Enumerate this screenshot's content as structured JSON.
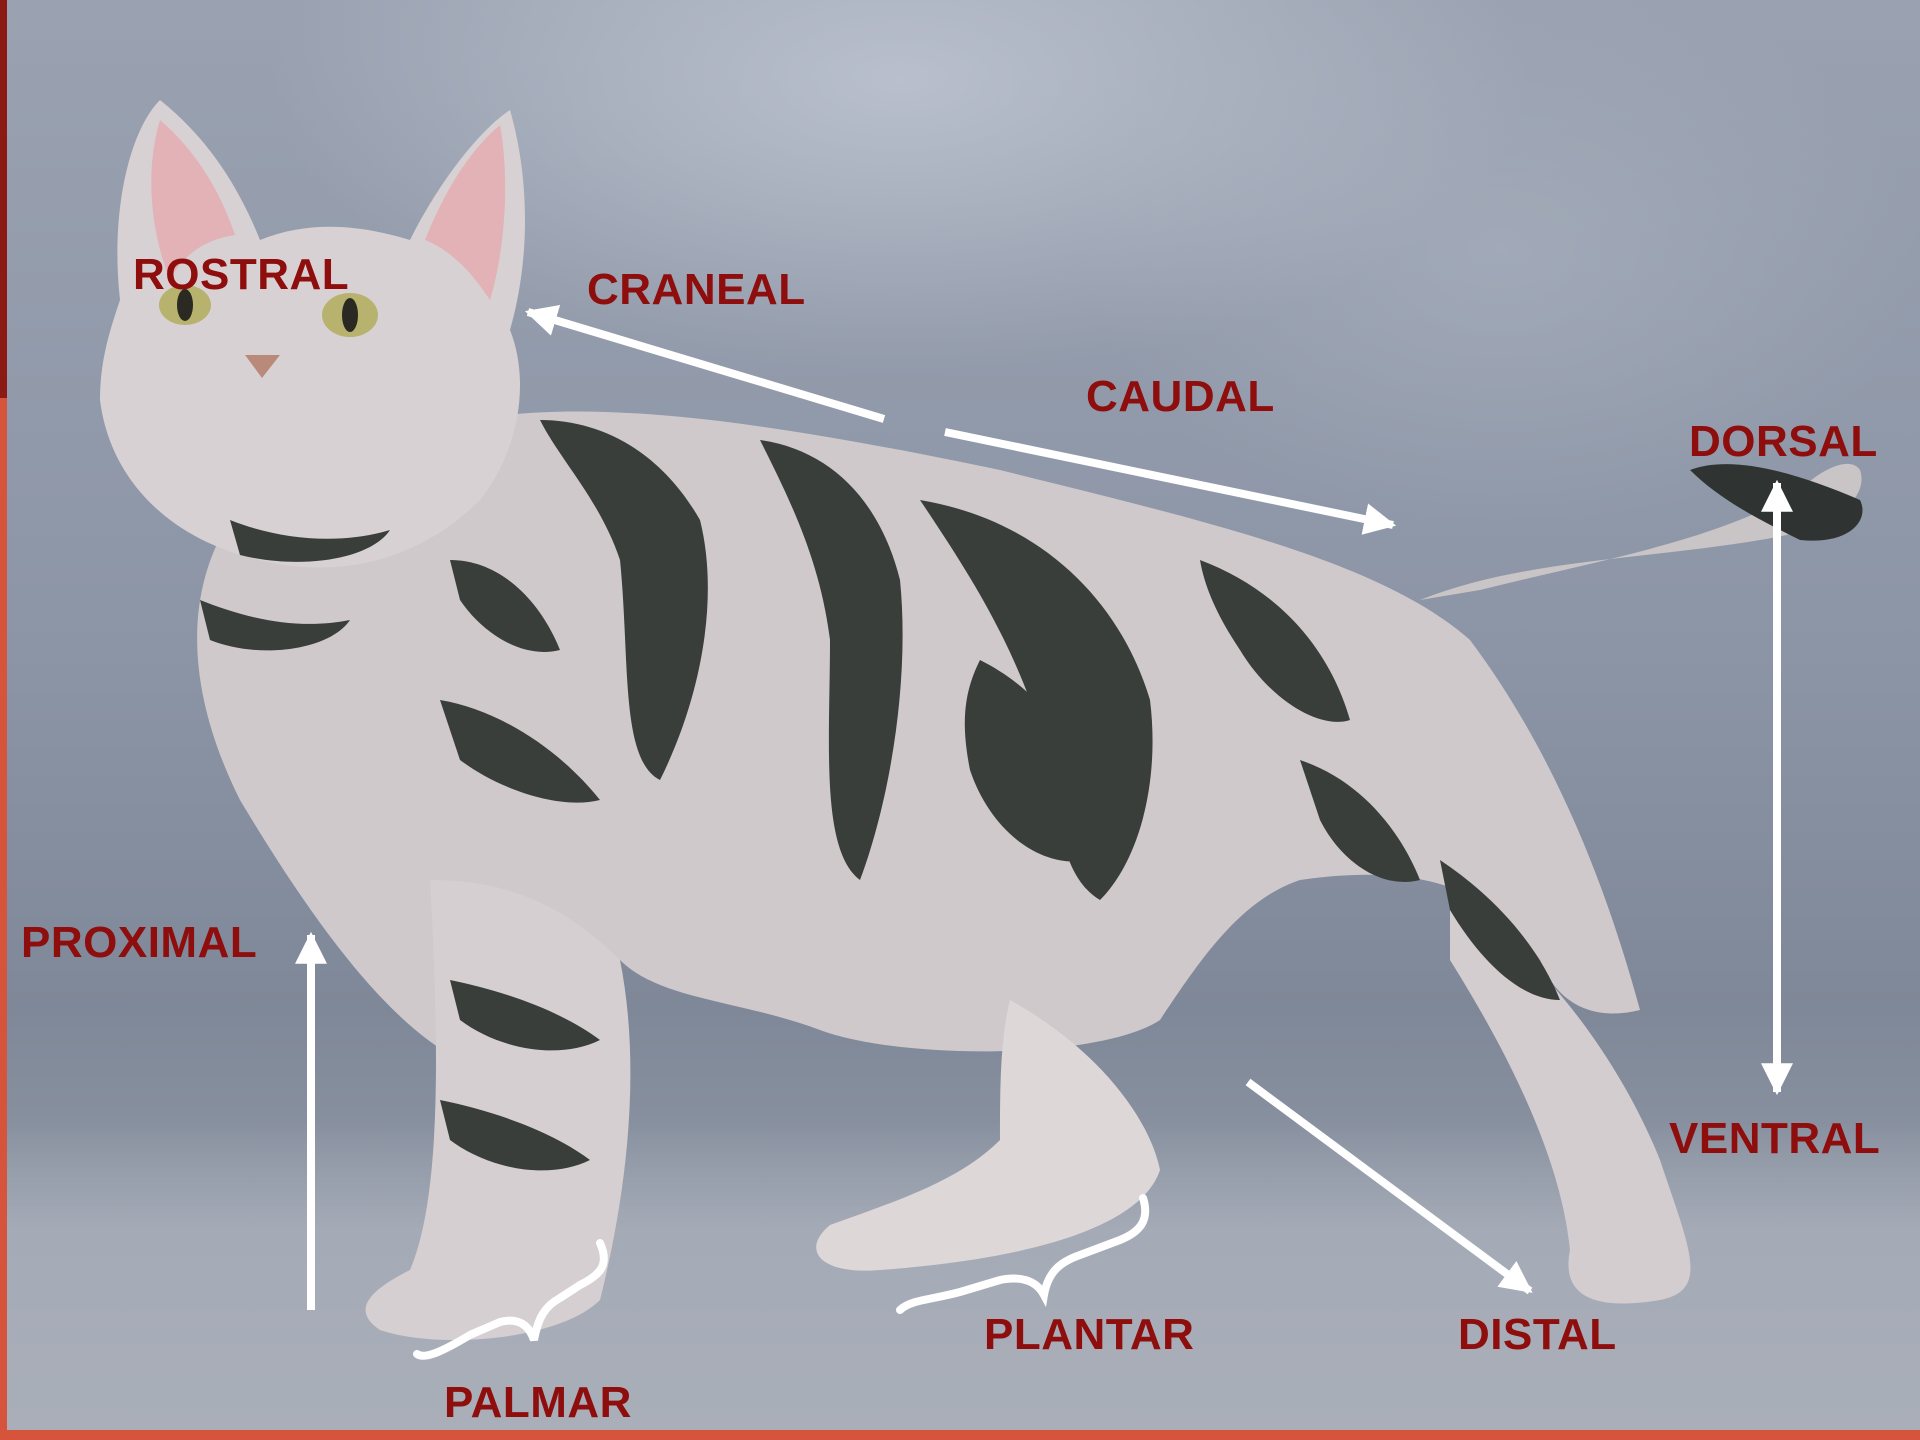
{
  "labels": {
    "rostral": "ROSTRAL",
    "craneal": "CRANEAL",
    "caudal": "CAUDAL",
    "dorsal": "DORSAL",
    "ventral": "VENTRAL",
    "proximal": "PROXIMAL",
    "distal": "DISTAL",
    "palmar": "PALMAR",
    "plantar": "PLANTAR"
  },
  "colors": {
    "label": "#8e0d0d",
    "arrow": "#ffffff",
    "accent_edge": "#d6543c"
  },
  "image": {
    "subject": "silver-tabby-cat-photo"
  }
}
